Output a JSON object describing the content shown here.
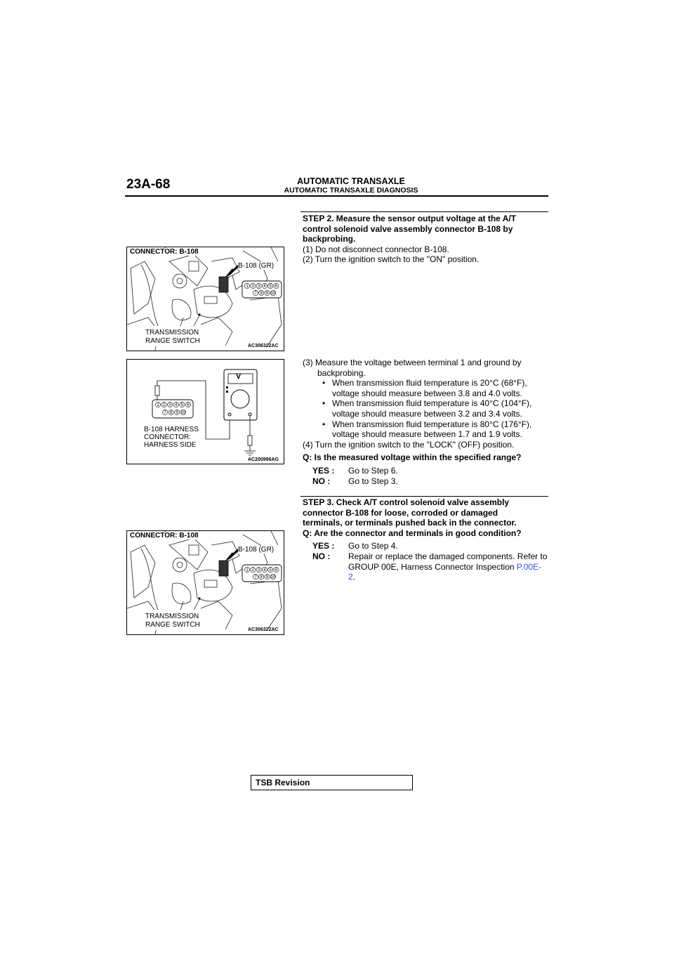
{
  "header": {
    "page_number": "23A-68",
    "title": "AUTOMATIC TRANSAXLE",
    "subtitle": "AUTOMATIC TRANSAXLE DIAGNOSIS"
  },
  "figures": {
    "fig1": {
      "connector_label": "CONNECTOR: B-108",
      "connector_id": "B-108 (GR)",
      "range_switch_1": "TRANSMISSION",
      "range_switch_2": "RANGE SWITCH",
      "code": "AC306322AC",
      "pins_top": [
        "1",
        "2",
        "3",
        "4",
        "5",
        "6"
      ],
      "pins_bottom": [
        "7",
        "8",
        "9",
        "10"
      ]
    },
    "fig2": {
      "harness_1": "B-108  HARNESS",
      "harness_2": "CONNECTOR:",
      "harness_3": "HARNESS SIDE",
      "code": "AC200996AG",
      "meter_symbol": "V",
      "pins_top": [
        "1",
        "2",
        "3",
        "4",
        "5",
        "6"
      ],
      "pins_bottom": [
        "7",
        "8",
        "9",
        "10"
      ]
    },
    "fig3": {
      "connector_label": "CONNECTOR: B-108",
      "connector_id": "B-108 (GR)",
      "range_switch_1": "TRANSMISSION",
      "range_switch_2": "RANGE SWITCH",
      "code": "AC306322AC",
      "pins_top": [
        "1",
        "2",
        "3",
        "4",
        "5",
        "6"
      ],
      "pins_bottom": [
        "7",
        "8",
        "9",
        "10"
      ]
    }
  },
  "step2": {
    "heading_1": "STEP 2. Measure the sensor output voltage at the A/T",
    "heading_2": "control solenoid valve assembly connector B-108 by",
    "heading_3": "backprobing.",
    "item_1": "(1) Do not disconnect connector B-108.",
    "item_2": "(2) Turn the ignition switch to the \"ON\" position.",
    "item_3a": "(3) Measure the voltage between terminal 1 and ground by",
    "item_3b": "backprobing.",
    "bullet_1a": "When transmission fluid temperature is 20°C (68°F),",
    "bullet_1b": "voltage should measure between 3.8 and 4.0 volts.",
    "bullet_2a": "When transmission fluid temperature is 40°C (104°F),",
    "bullet_2b": "voltage should measure between 3.2 and 3.4 volts.",
    "bullet_3a": "When transmission fluid temperature is 80°C (176°F),",
    "bullet_3b": "voltage should measure between 1.7 and 1.9 volts.",
    "bullet_char": "•",
    "item_4": "(4) Turn the ignition switch to the \"LOCK\" (OFF) position.",
    "question": "Q: Is the measured voltage within the specified range?",
    "yes_key": "YES :",
    "yes_text": "Go to Step 6.",
    "no_key": "NO :",
    "no_text": "Go to Step 3."
  },
  "step3": {
    "heading_1": "STEP 3. Check A/T control solenoid valve assembly",
    "heading_2": "connector B-108 for loose, corroded or damaged",
    "heading_3": "terminals, or terminals pushed back in the connector.",
    "question": "Q: Are the connector and terminals in good condition?",
    "yes_key": "YES :",
    "yes_text": "Go to Step 4.",
    "no_key": "NO :",
    "no_text_1": "Repair or replace the damaged components. Refer to",
    "no_text_2": "GROUP 00E, Harness Connector Inspection ",
    "no_link_1": "P.00E-",
    "no_link_2": "2",
    "no_text_end": "."
  },
  "footer": {
    "label": "TSB Revision"
  }
}
